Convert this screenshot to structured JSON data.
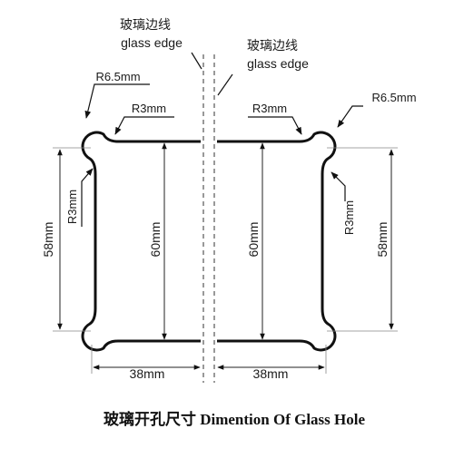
{
  "labels": {
    "glass_edge_left_cn": "玻璃边线",
    "glass_edge_left_en": "glass edge",
    "glass_edge_right_cn": "玻璃边线",
    "glass_edge_right_en": "glass edge",
    "r65_left": "R6.5mm",
    "r65_right": "R6.5mm",
    "r3_top_left": "R3mm",
    "r3_top_right": "R3mm",
    "r3_side_left": "R3mm",
    "r3_side_right": "R3mm",
    "height_left_outer": "58mm",
    "height_left_inner": "60mm",
    "height_right_inner": "60mm",
    "height_right_outer": "58mm",
    "width_left": "38mm",
    "width_right": "38mm"
  },
  "caption": "玻璃开孔尺寸 Dimention Of Glass Hole"
}
